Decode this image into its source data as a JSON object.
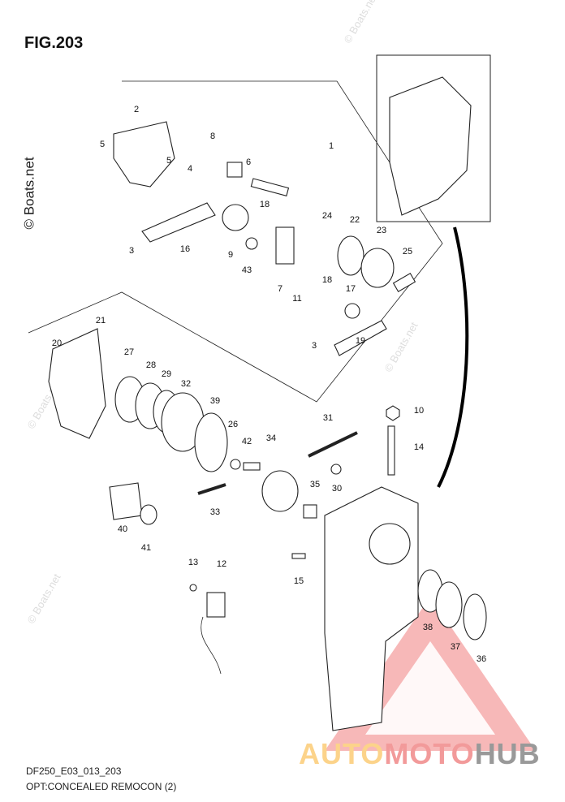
{
  "figure_title": "FIG.203",
  "footer": {
    "code": "DF250_E03_013_203",
    "description": "OPT:CONCEALED REMOCON (2)"
  },
  "watermarks": {
    "side": "© Boats.net",
    "faint": "© Boats.net"
  },
  "logo": {
    "part1": "AUTO",
    "part2": "MOTO",
    "part3": "HUB",
    "colors": [
      "#fcd38a",
      "#f29a9a",
      "#999999"
    ]
  },
  "part_labels": [
    "2",
    "5",
    "5",
    "4",
    "3",
    "16",
    "8",
    "6",
    "18",
    "9",
    "43",
    "7",
    "11",
    "24",
    "22",
    "23",
    "25",
    "18",
    "17",
    "3",
    "19",
    "1",
    "21",
    "20",
    "27",
    "28",
    "29",
    "32",
    "39",
    "26",
    "42",
    "34",
    "31",
    "10",
    "14",
    "35",
    "30",
    "33",
    "40",
    "41",
    "13",
    "12",
    "15",
    "38",
    "37",
    "36"
  ]
}
